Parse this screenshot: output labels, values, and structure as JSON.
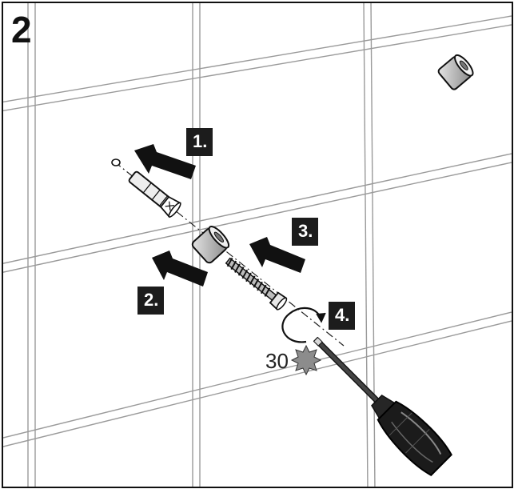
{
  "page": {
    "step_number": "2"
  },
  "steps": [
    {
      "label": "1."
    },
    {
      "label": "2."
    },
    {
      "label": "3."
    },
    {
      "label": "4."
    }
  ],
  "tool": {
    "torx_size": "30"
  },
  "icons": {
    "arrow": "push-arrow-icon",
    "rotate": "rotate-clockwise-icon",
    "torx": "torx-star-icon",
    "screwdriver": "screwdriver-icon",
    "dowel": "wall-plug-icon",
    "spacer": "spacer-sleeve-icon",
    "screw": "screw-icon"
  },
  "colors": {
    "ink": "#111111",
    "badge": "#1c1c1c",
    "grout": "#cfcfcf",
    "background": "#ffffff"
  }
}
